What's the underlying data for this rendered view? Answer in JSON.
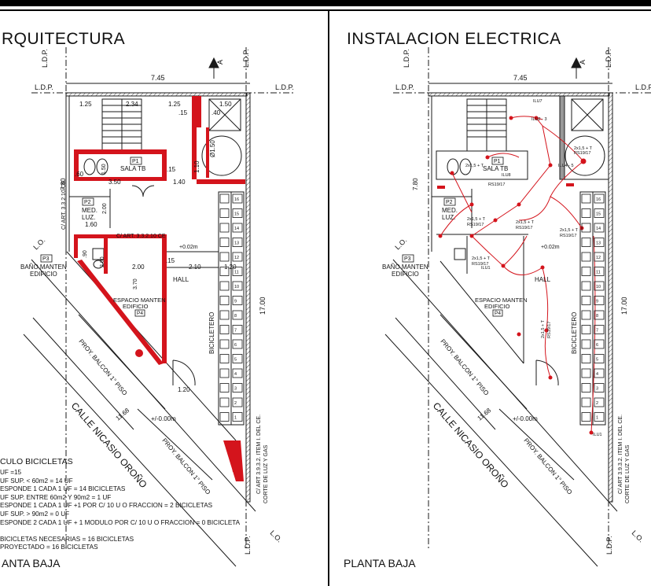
{
  "sheets": {
    "left_title": "RQUITECTURA",
    "right_title": "INSTALACION ELECTRICA",
    "left_footer": "ANTA BAJA",
    "right_footer": "PLANTA BAJA"
  },
  "labels": {
    "ldp": "L.D.P.",
    "lo": "L.O.",
    "a": "A",
    "width_total": "7.45",
    "height_total": "17.00",
    "facade_len": "11.68",
    "street": "CALLE NICASIO OROÑO",
    "hall": "HALL",
    "bicicletero": "BICICLETERO",
    "espacio": "ESPACIO MANTEN",
    "edificio": "EDIFICIO",
    "p4": "P4",
    "p1": "P1",
    "p2": "P2",
    "p3": "P3",
    "sala_tb": "SALA TB",
    "med_luz": "MED.",
    "luz": "LUZ.",
    "bano": "BAÑO MANTEN",
    "proy_balcon": "PROY. BALCON 1° PISO",
    "nivel_002": "+0.02m",
    "nivel_000": "+/-0.00m",
    "art_310": "C/ ART. 3.3.2.10 CE",
    "art_332": "C/ ART 3.9.3.2. ITEM I. DEL CE.",
    "corte": "CORTE DE LUZ Y GAS",
    "diam": "Ø1.50",
    "rs": "RS19/17",
    "cable": "2x1,5 + T",
    "ilu": "ILU1",
    "ilu2": "ILU2 - 3",
    "ilu4": "ILU4 - 5",
    "ilu7": "ILU7",
    "ilu8": "ILU8"
  },
  "dims": {
    "d125": "1.25",
    "d234": "2.34",
    "d125b": "1.25",
    "d150": "1.50",
    "d15": ".15",
    "d40": ".40",
    "d60": ".60",
    "d350": "3.50",
    "d140": "1.40",
    "d110": "1.10",
    "d160": "1.60",
    "d200": "2.00",
    "d210": "2.10",
    "d120": "1.20",
    "d370": "3.70",
    "d780": "7.80",
    "d90": ".90",
    "rack": [
      "16",
      "15",
      "14",
      "13",
      "12",
      "11",
      "10",
      "9",
      "8",
      "7",
      "6",
      "5",
      "4",
      "3",
      "2",
      "1"
    ],
    "rack_side": ".60"
  },
  "calc": {
    "title": "CULO BICICLETAS",
    "lines": [
      "UF =15",
      "UF SUP. < 60m2 = 14 UF",
      "ESPONDE 1 CADA 1 UF = 14 BICICLETAS",
      "UF SUP. ENTRE 60m2 Y 90m2 = 1 UF",
      "ESPONDE 1 CADA 1 UF +1 POR C/ 10 U O FRACCION  = 2 BICICLETAS",
      "UF SUP. > 90m2 = 0 UF",
      "ESPONDE 2 CADA 1 UF  + 1 MODULO POR C/ 10 U O FRACCION = 0 BICICLETA",
      "",
      "BICICLETAS NECESARIAS = 16 BICICLETAS",
      "PROYECTADO = 16 BICICLETAS"
    ]
  },
  "colors": {
    "wall_red": "#d4141c",
    "line": "#1a1a1a"
  }
}
